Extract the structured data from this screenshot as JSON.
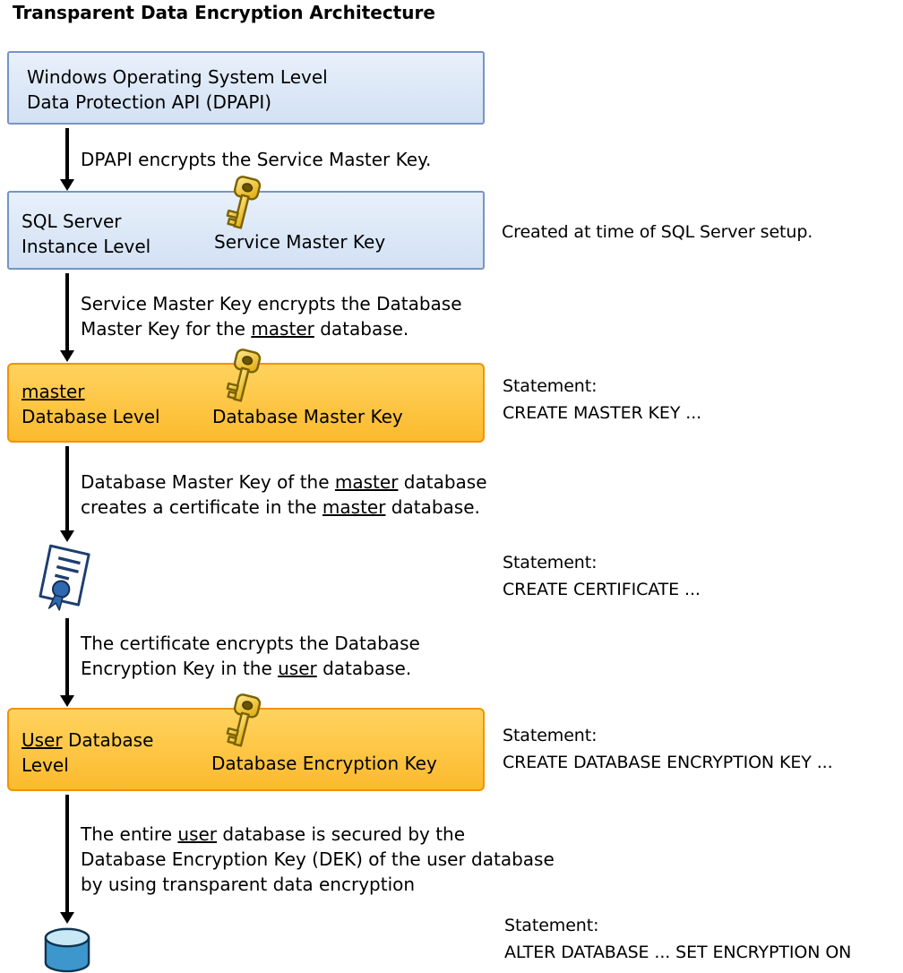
{
  "title": "Transparent Data Encryption Architecture",
  "colors": {
    "blue_box_fill": "#d9e6f7",
    "blue_box_border": "#7695c5",
    "orange_box_fill": "#fec63f",
    "orange_box_border": "#f19304",
    "arrow": "#000000",
    "key_gold": "#f0c930",
    "certificate_blue": "#2e68b0",
    "database_blue": "#3e97cc"
  },
  "icons": {
    "key": "key-icon",
    "certificate": "certificate-icon",
    "database": "database-cylinder-icon"
  },
  "boxes": {
    "os_level": {
      "line1": "Windows Operating System Level",
      "line2": "Data Protection API (DPAPI)"
    },
    "instance_level": {
      "line1": "SQL Server",
      "line2": "Instance Level",
      "key_label": "Service Master Key",
      "note": "Created at time of SQL Server setup."
    },
    "master_db_level": {
      "name": "master",
      "line2": "Database Level",
      "key_label": "Database Master Key",
      "note_title": "Statement:",
      "note_body": "CREATE MASTER KEY ..."
    },
    "certificate": {
      "note_title": "Statement:",
      "note_body": "CREATE CERTIFICATE ..."
    },
    "user_db_level": {
      "name_underlined": "User",
      "name_rest": " Database",
      "line2": "Level",
      "key_label": "Database Encryption Key",
      "note_title": "Statement:",
      "note_body": "CREATE DATABASE ENCRYPTION KEY ..."
    },
    "encrypted_db": {
      "note_title": "Statement:",
      "note_body": "ALTER DATABASE ... SET ENCRYPTION ON"
    }
  },
  "flow_labels": {
    "step1": {
      "line1": "DPAPI encrypts the Service Master Key."
    },
    "step2": {
      "line1": "Service Master Key encrypts the Database",
      "line2_a": "Master Key for the ",
      "line2_b": "master",
      "line2_c": " database."
    },
    "step3": {
      "line1_a": "Database Master Key of the ",
      "line1_b": "master",
      "line1_c": " database",
      "line2_a": "creates a certificate in the ",
      "line2_b": "master",
      "line2_c": " database."
    },
    "step4": {
      "line1": "The certificate encrypts the Database",
      "line2_a": "Encryption Key in the ",
      "line2_b": "user",
      "line2_c": " database."
    },
    "step5": {
      "line1_a": "The entire ",
      "line1_b": "user",
      "line1_c": " database is secured by the",
      "line2": "Database Encryption Key (DEK) of the user database",
      "line3": "by using transparent data encryption"
    }
  }
}
